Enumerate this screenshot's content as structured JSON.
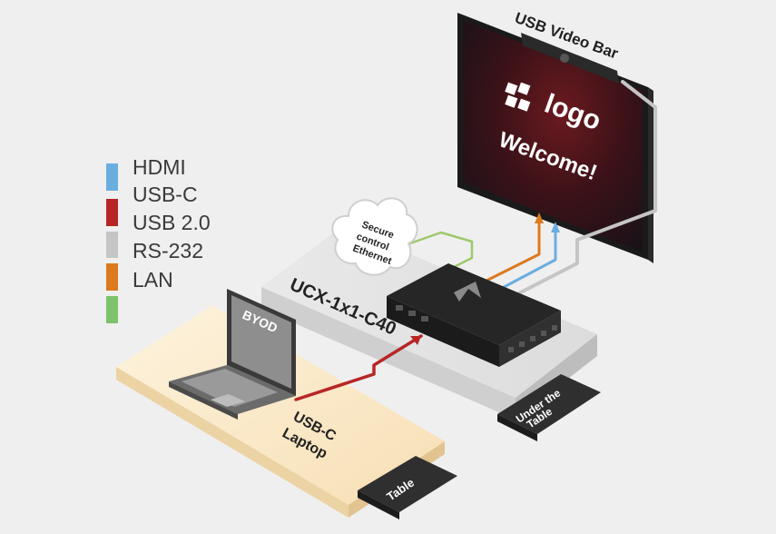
{
  "legend": [
    {
      "label": "HDMI",
      "color": "#6aaee0"
    },
    {
      "label": "USB-C",
      "color": "#6aaee0"
    },
    {
      "label": "USB 2.0",
      "color": "#b82525"
    },
    {
      "label": "RS-232",
      "color": "#c5c5c5"
    },
    {
      "label": "LAN",
      "color": "#dd7a1e"
    },
    {
      "label": "",
      "color": "#7cc36b"
    }
  ],
  "legend_labels": [
    "HDMI",
    "USB-C",
    "USB 2.0",
    "RS-232",
    "LAN"
  ],
  "video_bar_label": "USB Video Bar",
  "screen": {
    "logo_text": "logo",
    "welcome_text": "Welcome!"
  },
  "cloud": {
    "line1": "Secure",
    "line2": "control",
    "line3": "Ethernet"
  },
  "device_label": "UCX-1x1-C40",
  "laptop_label": "BYOD",
  "laptop_caption": {
    "line1": "USB-C",
    "line2": "Laptop"
  },
  "under_table_tag": {
    "line1": "Under the",
    "line2": "Table"
  },
  "table_tag": "Table",
  "colors": {
    "hdmi": "#6aaee0",
    "usb_c": "#6aaee0",
    "usb2": "#b82525",
    "rs232": "#c5c5c5",
    "lan": "#dd7a1e",
    "ethernet": "#7cc36b"
  }
}
